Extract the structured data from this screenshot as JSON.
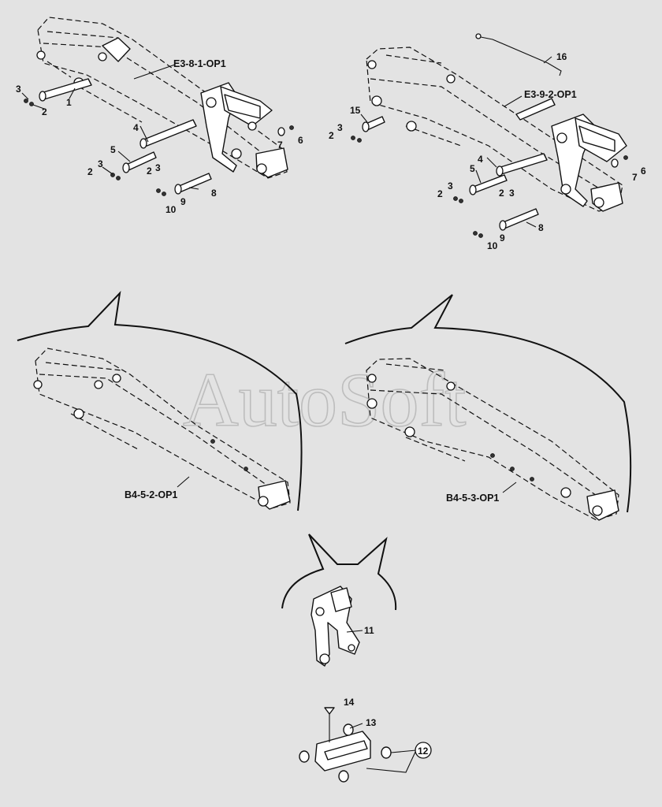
{
  "watermark": "AutoSoft",
  "references": {
    "top_left": "E3-8-1-OP1",
    "top_right": "E3-9-2-OP1",
    "mid_left": "B4-5-2-OP1",
    "mid_right": "B4-5-3-OP1"
  },
  "callouts": {
    "c1": "1",
    "c2": "2",
    "c3": "3",
    "c4": "4",
    "c5": "5",
    "c6": "6",
    "c7": "7",
    "c8": "8",
    "c9": "9",
    "c10": "10",
    "c11": "11",
    "c12": "12",
    "c13": "13",
    "c14": "14",
    "c15": "15",
    "c16": "16"
  }
}
